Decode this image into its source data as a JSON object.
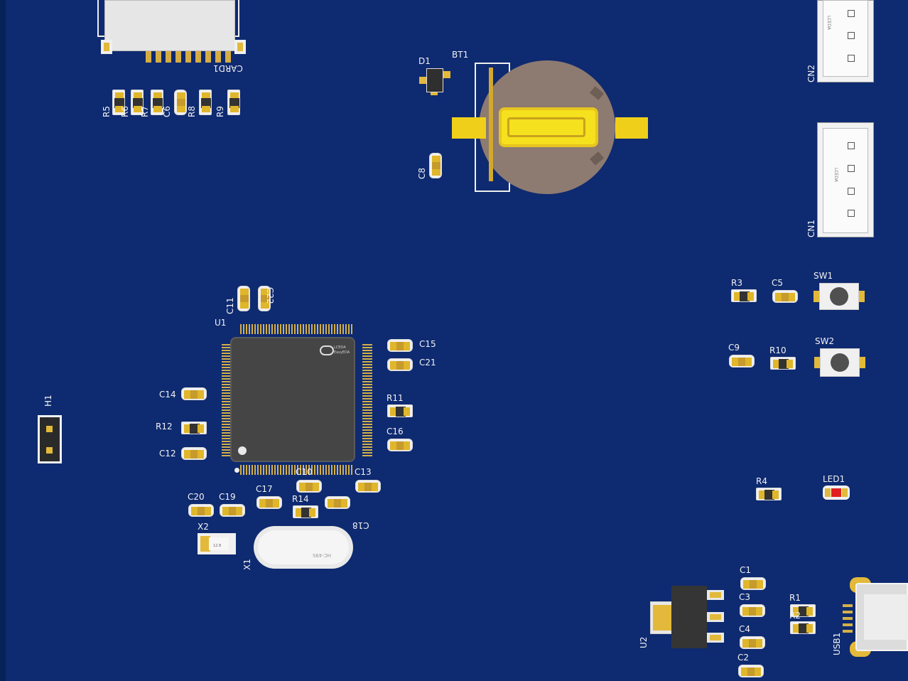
{
  "board": {
    "title": "PCB 3D Preview",
    "background_color": "#0e2a70",
    "silkscreen_color": "#f2f2f2",
    "pad_color": "#e2b93a"
  },
  "components": {
    "card1": "CARD1",
    "r5": "R5",
    "r6": "R6",
    "r7": "R7",
    "c6": "C6",
    "r8": "R8",
    "r9": "R9",
    "d1": "D1",
    "bt1": "BT1",
    "c8": "C8",
    "cn2": "CN2",
    "cn1": "CN1",
    "lceda": "LCEDA",
    "c11": "C11",
    "c22": "C22",
    "u1": "U1",
    "c15": "C15",
    "c21": "C21",
    "c14": "C14",
    "r11": "R11",
    "r12": "R12",
    "c16": "C16",
    "c12": "C12",
    "h1": "H1",
    "c10": "C10",
    "c13": "C13",
    "c17": "C17",
    "c20": "C20",
    "c19": "C19",
    "r14": "R14",
    "c18": "C18",
    "x2": "X2",
    "x1": "X1",
    "x1_marking": "HC-49S",
    "x2_marking": "12.8",
    "chip_logo_line1": "LCEDA",
    "chip_logo_line2": "EasyEDA",
    "r3": "R3",
    "c5": "C5",
    "sw1": "SW1",
    "c9": "C9",
    "r10": "R10",
    "sw2": "SW2",
    "r4": "R4",
    "led1": "LED1",
    "c1": "C1",
    "c3": "C3",
    "r1": "R1",
    "r2": "R2",
    "c4": "C4",
    "c2": "C2",
    "u2": "U2",
    "usb1": "USB1"
  }
}
